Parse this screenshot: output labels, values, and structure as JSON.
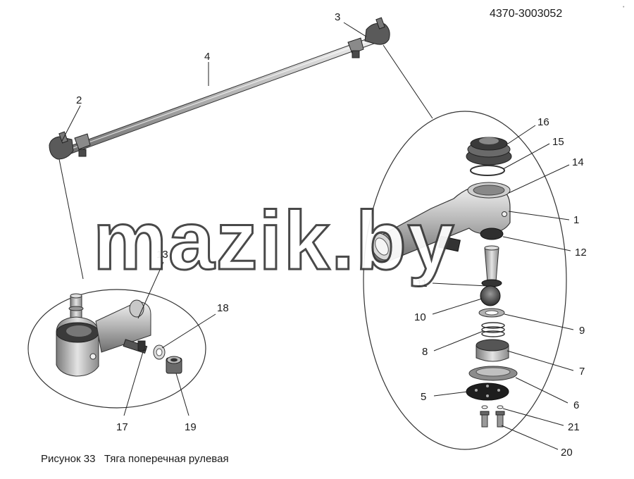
{
  "document_code": "4370-3003052",
  "caption": "Рисунок 33   Тяга поперечная рулевая",
  "watermark": "mazik.by",
  "part_labels": [
    "1",
    "2",
    "3",
    "4",
    "5",
    "6",
    "7",
    "8",
    "9",
    "10",
    "11",
    "12",
    "13",
    "14",
    "15",
    "16",
    "17",
    "18",
    "19",
    "20",
    "21"
  ]
}
